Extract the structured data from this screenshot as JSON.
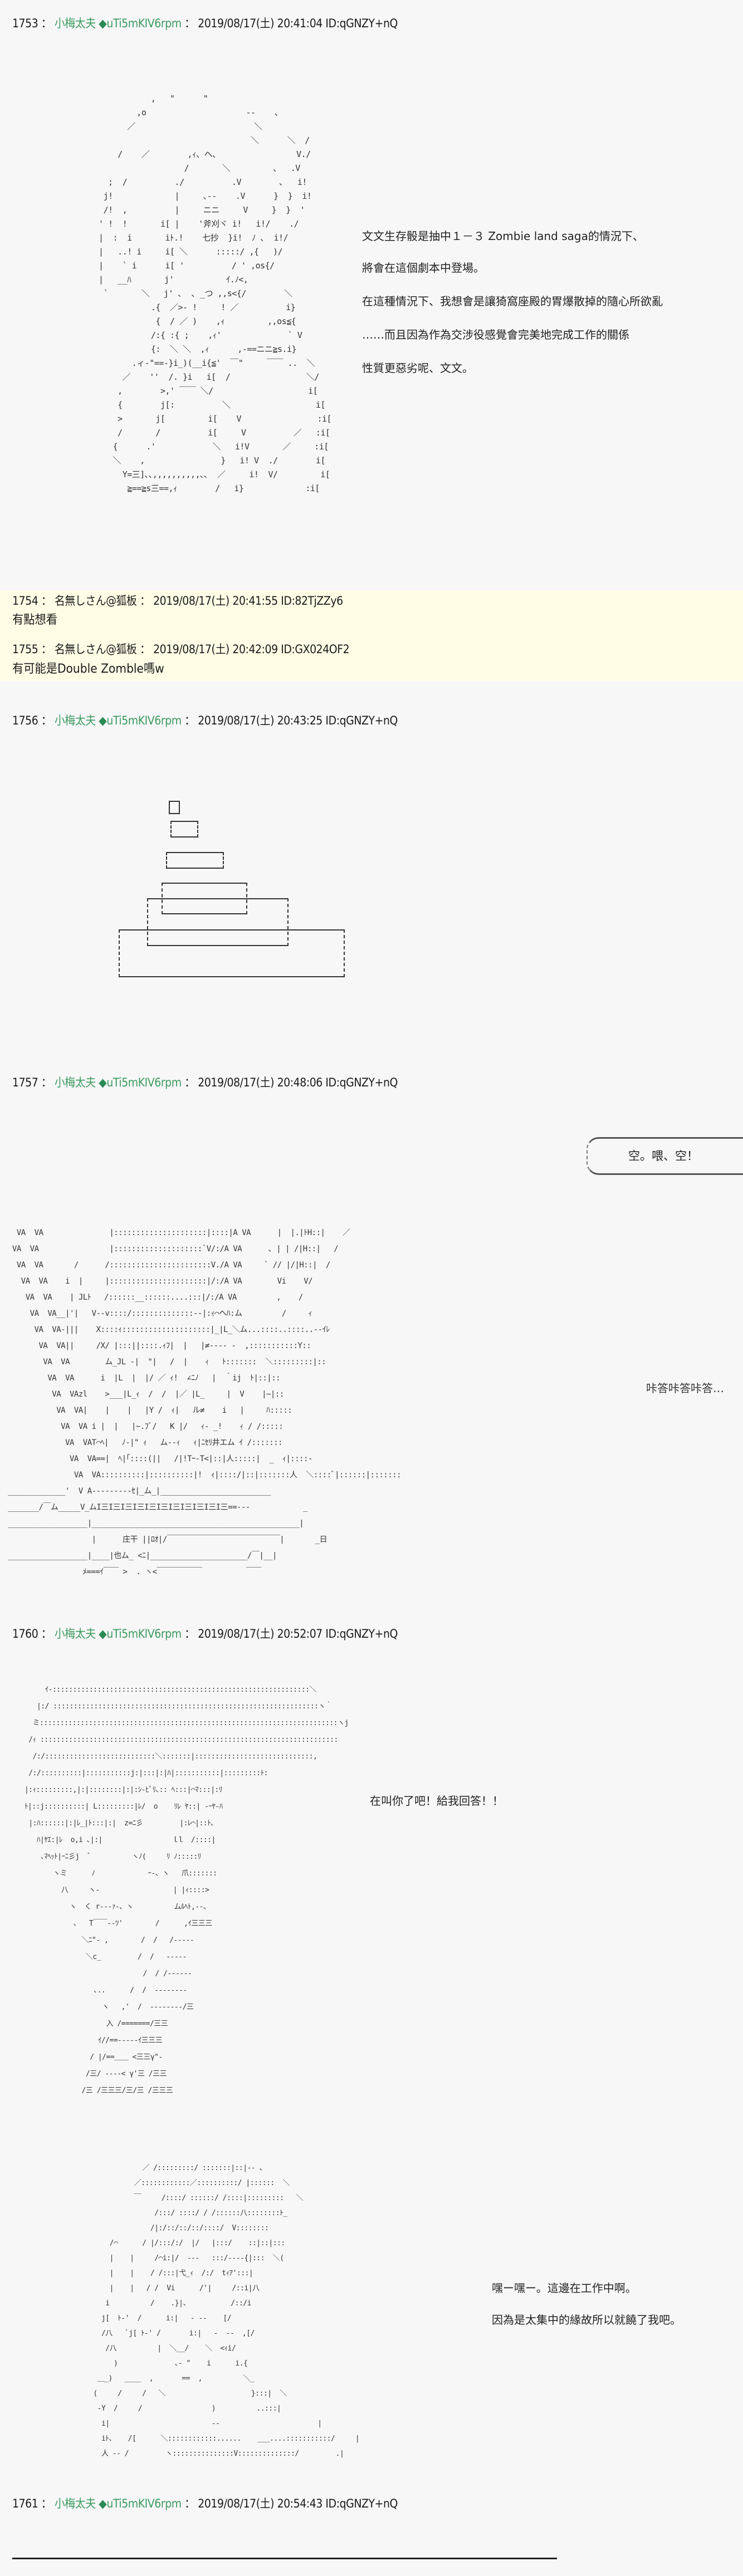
{
  "posts": [
    {
      "number": "1753",
      "name": "小梅太夫",
      "trip_symbol": "◆",
      "trip": "uTi5mKIV6rpm",
      "datetime": "2019/08/17(土) 20:41:04",
      "id": "ID:qGNZY+nQ",
      "dialogue": [
        "文文生存骰是抽中１－３ Zombie land saga的情況下、",
        "將會在這個劇本中登場。",
        "在這種情況下、我想會是讓猗窩座殿的胃爆散掉的隨心所欲亂",
        "……而且因為作為交涉役感覺會完美地完成工作的關係",
        "性質更惡劣呢、文文。"
      ],
      "art_label": "figure with twin-tails (ASCII art)"
    },
    {
      "number": "1754",
      "name": "名無しさん@狐板",
      "datetime": "2019/08/17(土) 20:41:55",
      "id": "ID:82TjZZy6",
      "text": "有點想看",
      "highlighted": true
    },
    {
      "number": "1755",
      "name": "名無しさん@狐板",
      "datetime": "2019/08/17(土) 20:42:09",
      "id": "ID:GX024OF2",
      "text": "有可能是Double Zomble嗎w",
      "highlighted": true
    },
    {
      "number": "1756",
      "name": "小梅太夫",
      "trip_symbol": "◆",
      "trip": "uTi5mKIV6rpm",
      "datetime": "2019/08/17(土) 20:43:25",
      "id": "ID:qGNZY+nQ",
      "art_label": "stacked boxes (ASCII art)"
    },
    {
      "number": "1757",
      "name": "小梅太夫",
      "trip_symbol": "◆",
      "trip": "uTi5mKIV6rpm",
      "datetime": "2019/08/17(土) 20:48:06",
      "id": "ID:qGNZY+nQ",
      "bubble": "空。喂、空！",
      "sfx": "咔答咔答咔答…",
      "art_label": "room scene with rain lines (ASCII art)"
    },
    {
      "number": "1760",
      "name": "小梅太夫",
      "trip_symbol": "◆",
      "trip": "uTi5mKIV6rpm",
      "datetime": "2019/08/17(土) 20:52:07",
      "id": "ID:qGNZY+nQ",
      "dialogue_top": "在叫你了吧！給我回答！！",
      "dialogue_bottom": [
        "嘿ー嘿ー。這邊在工作中啊。",
        "因為是太集中的緣故所以就饒了我吧。"
      ],
      "art_label": "two figures (ASCII art)"
    },
    {
      "number": "1761",
      "name": "小梅太夫",
      "trip_symbol": "◆",
      "trip": "uTi5mKIV6rpm",
      "datetime": "2019/08/17(土) 20:54:43",
      "id": "ID:qGNZY+nQ"
    }
  ],
  "separator": "：",
  "colors": {
    "background": "#f7f7f8",
    "highlight": "#fffde6",
    "name_green": "#3c9a5f",
    "text": "#1a1a1a"
  }
}
